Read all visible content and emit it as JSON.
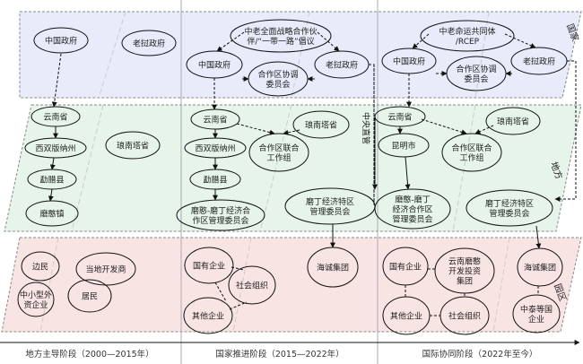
{
  "layers": {
    "national": "国家",
    "local": "地方",
    "park": "园区"
  },
  "central_direct": "中央直管",
  "stages": [
    {
      "label": "地方主导阶段（2000—2015年）"
    },
    {
      "label": "国家推进阶段（2015—2022年）"
    },
    {
      "label": "国际协同阶段（2022年至今）"
    }
  ],
  "nodes": [
    {
      "id": "s1_cn_gov",
      "lines": [
        "中国政府"
      ]
    },
    {
      "id": "s1_la_gov",
      "lines": [
        "老挝政府"
      ]
    },
    {
      "id": "s1_yunnan",
      "lines": [
        "云南省"
      ]
    },
    {
      "id": "s1_xsbn",
      "lines": [
        "西双版纳州"
      ]
    },
    {
      "id": "s1_mengla",
      "lines": [
        "勐腊县"
      ]
    },
    {
      "id": "s1_mohan",
      "lines": [
        "磨憨镇"
      ]
    },
    {
      "id": "s1_luangnamtha",
      "lines": [
        "琅南塔省"
      ]
    },
    {
      "id": "s1_border",
      "lines": [
        "边民"
      ]
    },
    {
      "id": "s1_dev",
      "lines": [
        "当地开发商"
      ]
    },
    {
      "id": "s1_sme",
      "lines": [
        "中小型外",
        "资企业"
      ]
    },
    {
      "id": "s1_resident",
      "lines": [
        "居民"
      ]
    },
    {
      "id": "s2_strategy",
      "lines": [
        "中老全面战略合作伙",
        "伴/“一带一路”倡议"
      ]
    },
    {
      "id": "s2_cn_gov",
      "lines": [
        "中国政府"
      ]
    },
    {
      "id": "s2_la_gov",
      "lines": [
        "老挝政府"
      ]
    },
    {
      "id": "s2_coord",
      "lines": [
        "合作区协调",
        "委员会"
      ]
    },
    {
      "id": "s2_yunnan",
      "lines": [
        "云南省"
      ]
    },
    {
      "id": "s2_luangnamtha",
      "lines": [
        "琅南塔省"
      ]
    },
    {
      "id": "s2_xsbn",
      "lines": [
        "西双版纳州"
      ]
    },
    {
      "id": "s2_joint",
      "lines": [
        "合作区联合",
        "工作组"
      ]
    },
    {
      "id": "s2_mengla",
      "lines": [
        "勐腊县"
      ]
    },
    {
      "id": "s2_mohan_comm",
      "lines": [
        "磨憨-磨丁经济合",
        "作区管理委员会"
      ]
    },
    {
      "id": "s2_boten_comm",
      "lines": [
        "磨丁经济特区",
        "管理委员会"
      ]
    },
    {
      "id": "s2_soe",
      "lines": [
        "国有企业"
      ]
    },
    {
      "id": "s2_social",
      "lines": [
        "社会组织"
      ]
    },
    {
      "id": "s2_other",
      "lines": [
        "其他企业"
      ]
    },
    {
      "id": "s2_haicheng",
      "lines": [
        "海诚集团"
      ]
    },
    {
      "id": "s3_community",
      "lines": [
        "中老命运共同体",
        "/RCEP"
      ]
    },
    {
      "id": "s3_cn_gov",
      "lines": [
        "中国政府"
      ]
    },
    {
      "id": "s3_la_gov",
      "lines": [
        "老挝政府"
      ]
    },
    {
      "id": "s3_coord",
      "lines": [
        "合作区协调",
        "委员会"
      ]
    },
    {
      "id": "s3_yunnan",
      "lines": [
        "云南省"
      ]
    },
    {
      "id": "s3_luangnamtha",
      "lines": [
        "琅南塔省"
      ]
    },
    {
      "id": "s3_kunming",
      "lines": [
        "昆明市"
      ]
    },
    {
      "id": "s3_joint",
      "lines": [
        "合作区联合",
        "工作组"
      ]
    },
    {
      "id": "s3_mohan_comm",
      "lines": [
        "磨憨-磨丁",
        "经济合作区",
        "管理委员会"
      ]
    },
    {
      "id": "s3_boten_comm",
      "lines": [
        "磨丁经济特区",
        "管理委员会"
      ]
    },
    {
      "id": "s3_soe",
      "lines": [
        "国有企业"
      ]
    },
    {
      "id": "s3_invest",
      "lines": [
        "云南磨憨",
        "开发投资",
        "集团"
      ]
    },
    {
      "id": "s3_other",
      "lines": [
        "其他企业"
      ]
    },
    {
      "id": "s3_social",
      "lines": [
        "社会组织"
      ]
    },
    {
      "id": "s3_haicheng",
      "lines": [
        "海诚集团"
      ]
    },
    {
      "id": "s3_foreign",
      "lines": [
        "中泰等国",
        "企业"
      ]
    }
  ],
  "colors": {
    "national": "#e8ecfa",
    "local": "#e6f4ea",
    "park": "#f9e4e4"
  }
}
